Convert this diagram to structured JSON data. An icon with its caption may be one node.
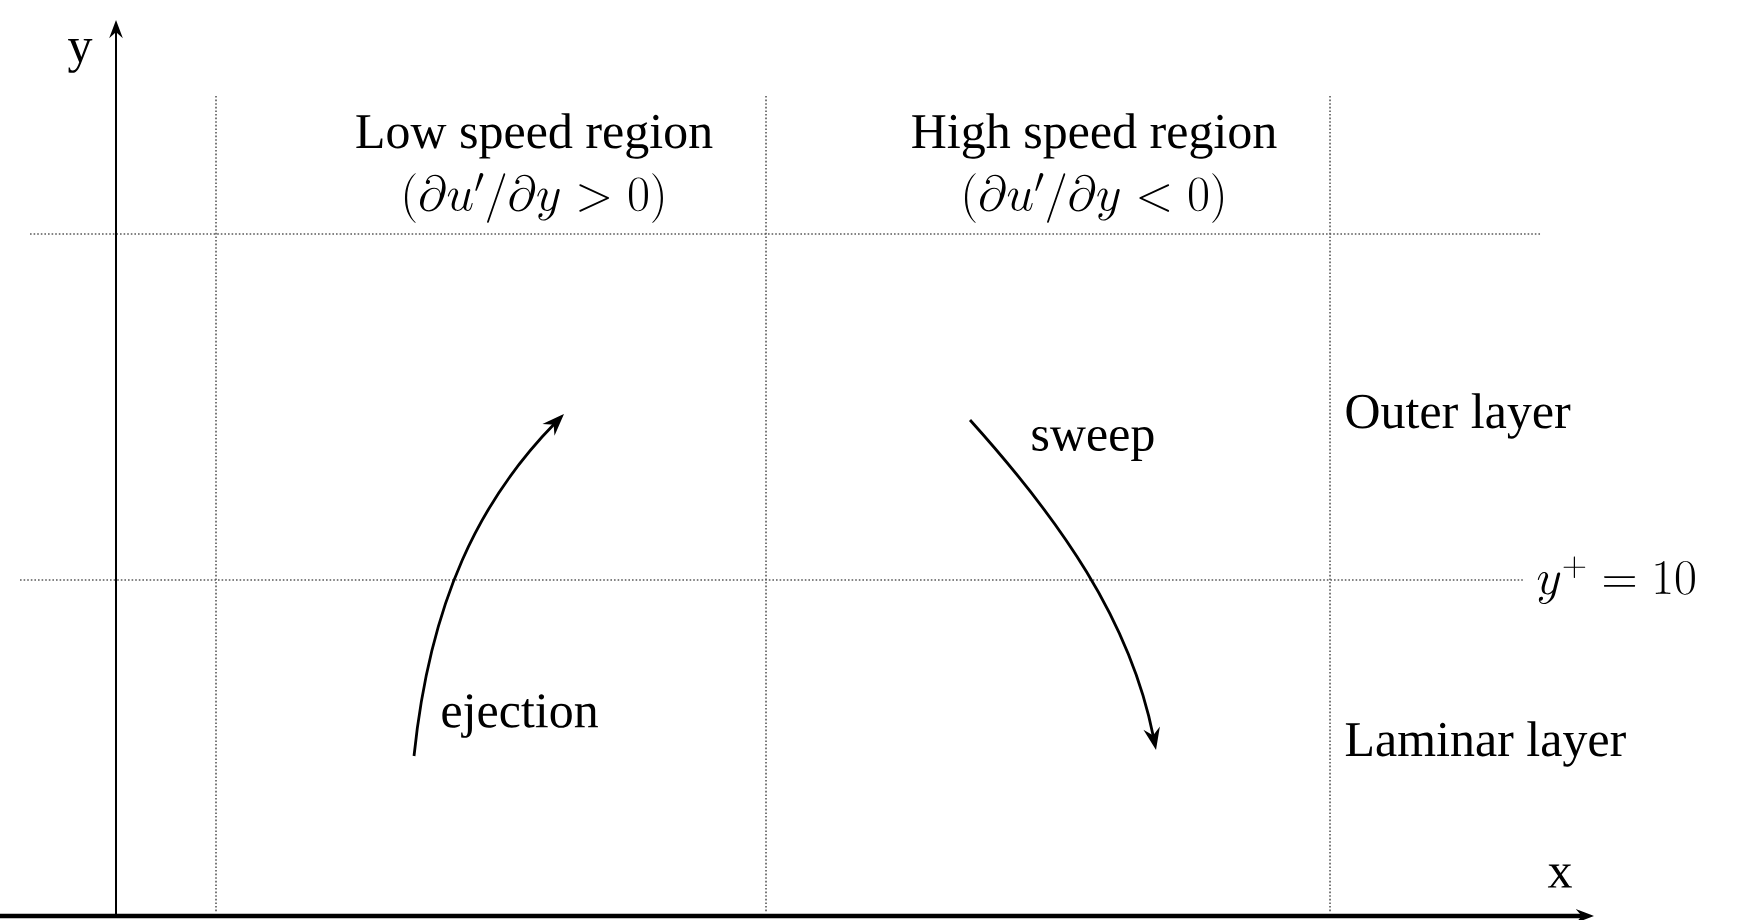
{
  "diagram": {
    "labels": [
      "y",
      "Low speed region",
      "(\\partial u'/\\partial y > 0)",
      "High speed region",
      "(\\partial u'/\\partial y < 0)",
      "Outer layer",
      "sweep",
      "y^+ = 10",
      "ejection",
      "Laminar layer",
      "x"
    ]
  }
}
